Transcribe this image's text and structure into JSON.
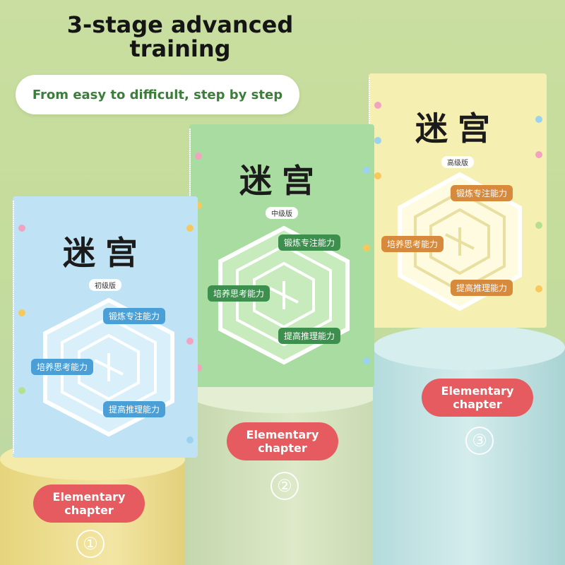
{
  "headline": "3-stage advanced training",
  "subhead": "From easy to difficult, step by step",
  "books": [
    {
      "title": "迷宫",
      "level": "初级版",
      "tags": [
        "锻炼专注能力",
        "培养思考能力",
        "提高推理能力"
      ],
      "bg": "#bfe3f5"
    },
    {
      "title": "迷宫",
      "level": "中级版",
      "tags": [
        "锻炼专注能力",
        "培养思考能力",
        "提高推理能力"
      ],
      "bg": "#a9dca0"
    },
    {
      "title": "迷宫",
      "level": "高级版",
      "tags": [
        "锻炼专注能力",
        "培养思考能力",
        "提高推理能力"
      ],
      "bg": "#f6efb2"
    }
  ],
  "chapters": [
    {
      "label": "Elementary chapter",
      "number": "①"
    },
    {
      "label": "Elementary chapter",
      "number": "②"
    },
    {
      "label": "Elementary chapter",
      "number": "③"
    }
  ],
  "colors": {
    "accent_red": "#e55b5f",
    "pill_text": "#3d7d3b",
    "tag_blue": "#4a9fd6",
    "tag_green": "#3d8f4d",
    "tag_orange": "#d88a3c"
  }
}
